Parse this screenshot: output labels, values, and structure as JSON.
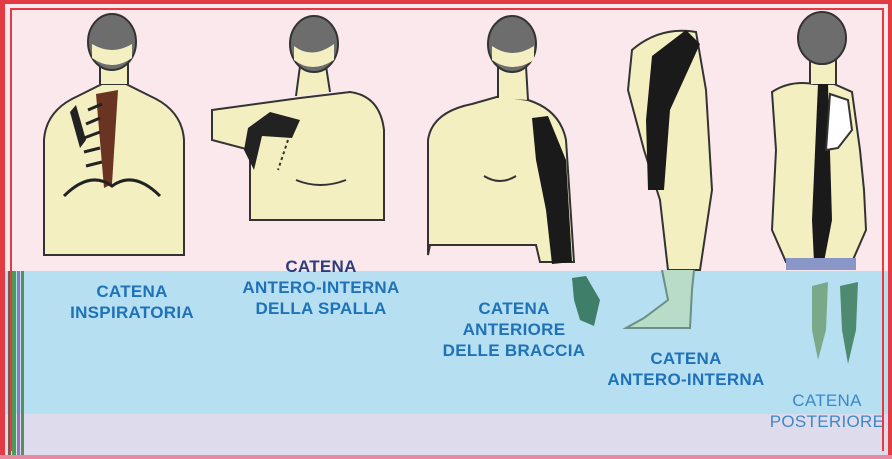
{
  "chains": [
    {
      "id": "inspiratoria",
      "lines": [
        "CATENA",
        "INSPIRATORIA"
      ]
    },
    {
      "id": "spalla",
      "lines": [
        "CATENA",
        "ANTERO-INTERNA",
        "DELLA SPALLA"
      ]
    },
    {
      "id": "braccia",
      "lines": [
        "CATENA",
        "ANTERIORE",
        "DELLE BRACCIA"
      ]
    },
    {
      "id": "antero",
      "lines": [
        "CATENA",
        "ANTERO-INTERNA"
      ]
    },
    {
      "id": "posteriore",
      "lines": [
        "CATENA",
        "POSTERIORE"
      ]
    }
  ],
  "colors": {
    "border": "#e23b44",
    "skin": "#f3efc0",
    "head": "#6d6d6d",
    "band": "#b6dff2",
    "label": "#1f72b8"
  }
}
